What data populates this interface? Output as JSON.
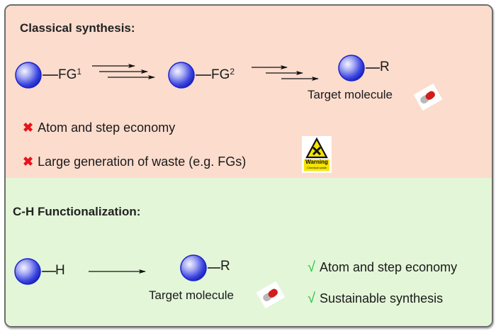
{
  "classical": {
    "heading": "Classical synthesis:",
    "start_group": "FG",
    "start_sup": "1",
    "intermediate_group": "FG",
    "intermediate_sup": "2",
    "product_group": "R",
    "product_caption": "Target molecule",
    "drawbacks": [
      {
        "icon": "cross-icon",
        "text": "Atom and step economy"
      },
      {
        "icon": "cross-icon",
        "text": "Large generation of waste (e.g. FGs)"
      }
    ],
    "warning_sign": {
      "title": "Warning",
      "subtitle": "Chemical waste"
    }
  },
  "ch": {
    "heading": "C-H Functionalization:",
    "start_group": "H",
    "product_group": "R",
    "product_caption": "Target molecule",
    "advantages": [
      {
        "icon": "check-icon",
        "text": "Atom and step economy"
      },
      {
        "icon": "check-icon",
        "text": "Sustainable synthesis"
      }
    ]
  },
  "colors": {
    "classical_bg": "#fbdccd",
    "ch_bg": "#e3f6d8",
    "sphere": "#1f2bd6",
    "cross": "#e8141d",
    "check": "#24c43a",
    "warning_yellow": "#f5e400"
  }
}
